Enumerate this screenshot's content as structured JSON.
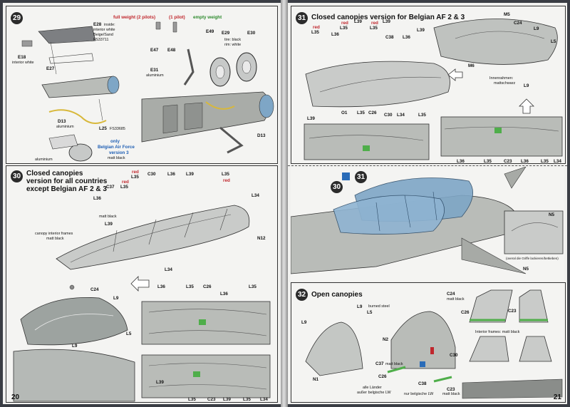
{
  "left_page": {
    "page_number": "20",
    "step29": {
      "number": "29",
      "labels": {
        "full_weight": "full weight (2 pilots)",
        "one_pilot": "(1 pilot)",
        "empty_weight": "empty weight",
        "e28": "E28",
        "e28_note1": "inside:",
        "e28_note2": "interior white",
        "e28_note3": "Beige/Sand",
        "e28_note4": "FS33711",
        "e18": "E18",
        "e18_note": "interior white",
        "e27": "E27",
        "e47": "E47",
        "e48": "E48",
        "e49": "E49",
        "e29": "E29",
        "e30": "E30",
        "tire1": "tire: black",
        "tire2": "rim: white",
        "e31": "E31",
        "e31_note": "aluminium",
        "d13": "D13",
        "d13_note": "aluminium",
        "l25": "L25",
        "l25_note": "FS33685",
        "only": "only",
        "baf": "Belgian Air Force",
        "version": "version 3",
        "matt_black": "matt black",
        "aluminium": "aluminium",
        "d13_b": "D13"
      }
    },
    "step30": {
      "number": "30",
      "title_line1": "Closed canopies",
      "title_line2": "version for all countries",
      "title_line3": "except Belgian AF 2 & 3",
      "labels": {
        "red1": "red",
        "l35a": "L35",
        "c30": "C30",
        "l36a": "L36",
        "l39a": "L39",
        "l35b": "L35",
        "red2": "red",
        "l34a": "L34",
        "c37": "C37",
        "red3": "red",
        "l35c": "L35",
        "l36b": "L36",
        "matt_black": "matt black",
        "l39b": "L39",
        "canopy_frames1": "canopy interior frames",
        "canopy_frames2": "matt black",
        "n12": "N12",
        "l34b": "L34",
        "c24": "C24",
        "l9": "L9",
        "l5": "L5",
        "l9b": "L9",
        "g_l36": "L36",
        "g_l35a": "L35",
        "g_c26": "C26",
        "g_l36b": "L36",
        "g_l35b": "L35",
        "b_l39": "L39",
        "b_l35": "L35",
        "b_c23": "C23",
        "b_l39b": "L39",
        "b_l35b": "L35",
        "b_l34": "L34"
      }
    }
  },
  "right_page": {
    "page_number": "21",
    "step31": {
      "number": "31",
      "title": "Closed canopies  version for Belgian AF 2 & 3",
      "labels": {
        "red1": "red",
        "l35a": "L35",
        "l36a": "L36",
        "red2": "red",
        "l35b": "L35",
        "l39a": "L39",
        "red3": "red",
        "l35c": "L35",
        "l39b": "L39",
        "c38": "C38",
        "l36b": "L36",
        "l39c": "L39",
        "m5": "M5",
        "c24": "C24",
        "l9": "L9",
        "l5": "L5",
        "m6": "M6",
        "innen1": "Innenrahmen:",
        "innen2": "mattschwarz",
        "l9b": "L9",
        "o1": "O1",
        "l35d": "L35",
        "c26": "C26",
        "c30": "C30",
        "l34": "L34",
        "l35e": "L35",
        "l39d": "L39",
        "g_l36": "L36",
        "g_l35": "L35",
        "g_c23": "C23",
        "g_l36b": "L36",
        "g_l35b": "L35",
        "g_l34": "L34"
      }
    },
    "assembly": {
      "num30": "30",
      "num31": "31",
      "n5": "N5",
      "n5b": "N5",
      "note": "(overal die Griffe lackieren/betkeben)"
    },
    "step32": {
      "number": "32",
      "title": "Open canopies",
      "labels": {
        "l9": "L9",
        "l9b": "L9",
        "burned_steel": "burned steel",
        "l5": "L5",
        "c24": "C24",
        "matt_black": "matt black",
        "n2": "N2",
        "c30": "C30",
        "c37": "C37",
        "c37_note": "matt black",
        "c26": "C26",
        "n1": "N1",
        "alle1": "alle Länder",
        "alle2": "außer belgische LW",
        "c38": "C38",
        "nur": "nur belgische LW",
        "c23": "C23",
        "c23_note": "matt black",
        "r_c26": "C26",
        "r_c23": "C23",
        "interior": "Interior frames: matt black"
      }
    }
  },
  "colors": {
    "paper": "#f1f1ef",
    "ink": "#111111",
    "red_callout": "#c0272d",
    "green_callout": "#2e8b2e",
    "canopy_blue": "#7ea6c6",
    "part_grey": "#b9bcb8"
  }
}
